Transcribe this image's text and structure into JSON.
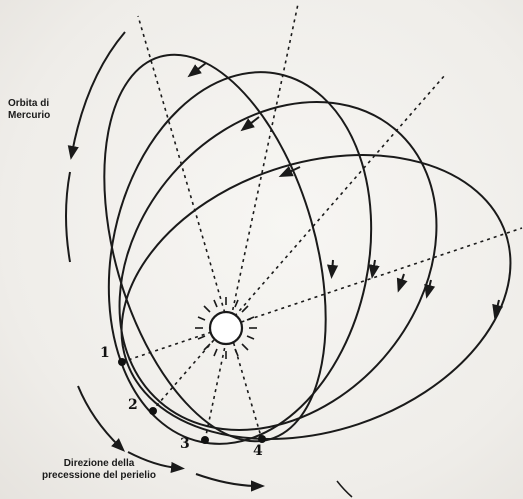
{
  "labels": {
    "orbit_line1": "Orbita di",
    "orbit_line2": "Mercurio",
    "precession_line1": "Direzione della",
    "precession_line2": "precessione del perielio"
  },
  "perihelion_positions": [
    "1",
    "2",
    "3",
    "4"
  ],
  "colors": {
    "ink": "#1a1a1a",
    "paper": "#f3f1ee"
  },
  "icons": {
    "sun": "sun-icon"
  }
}
